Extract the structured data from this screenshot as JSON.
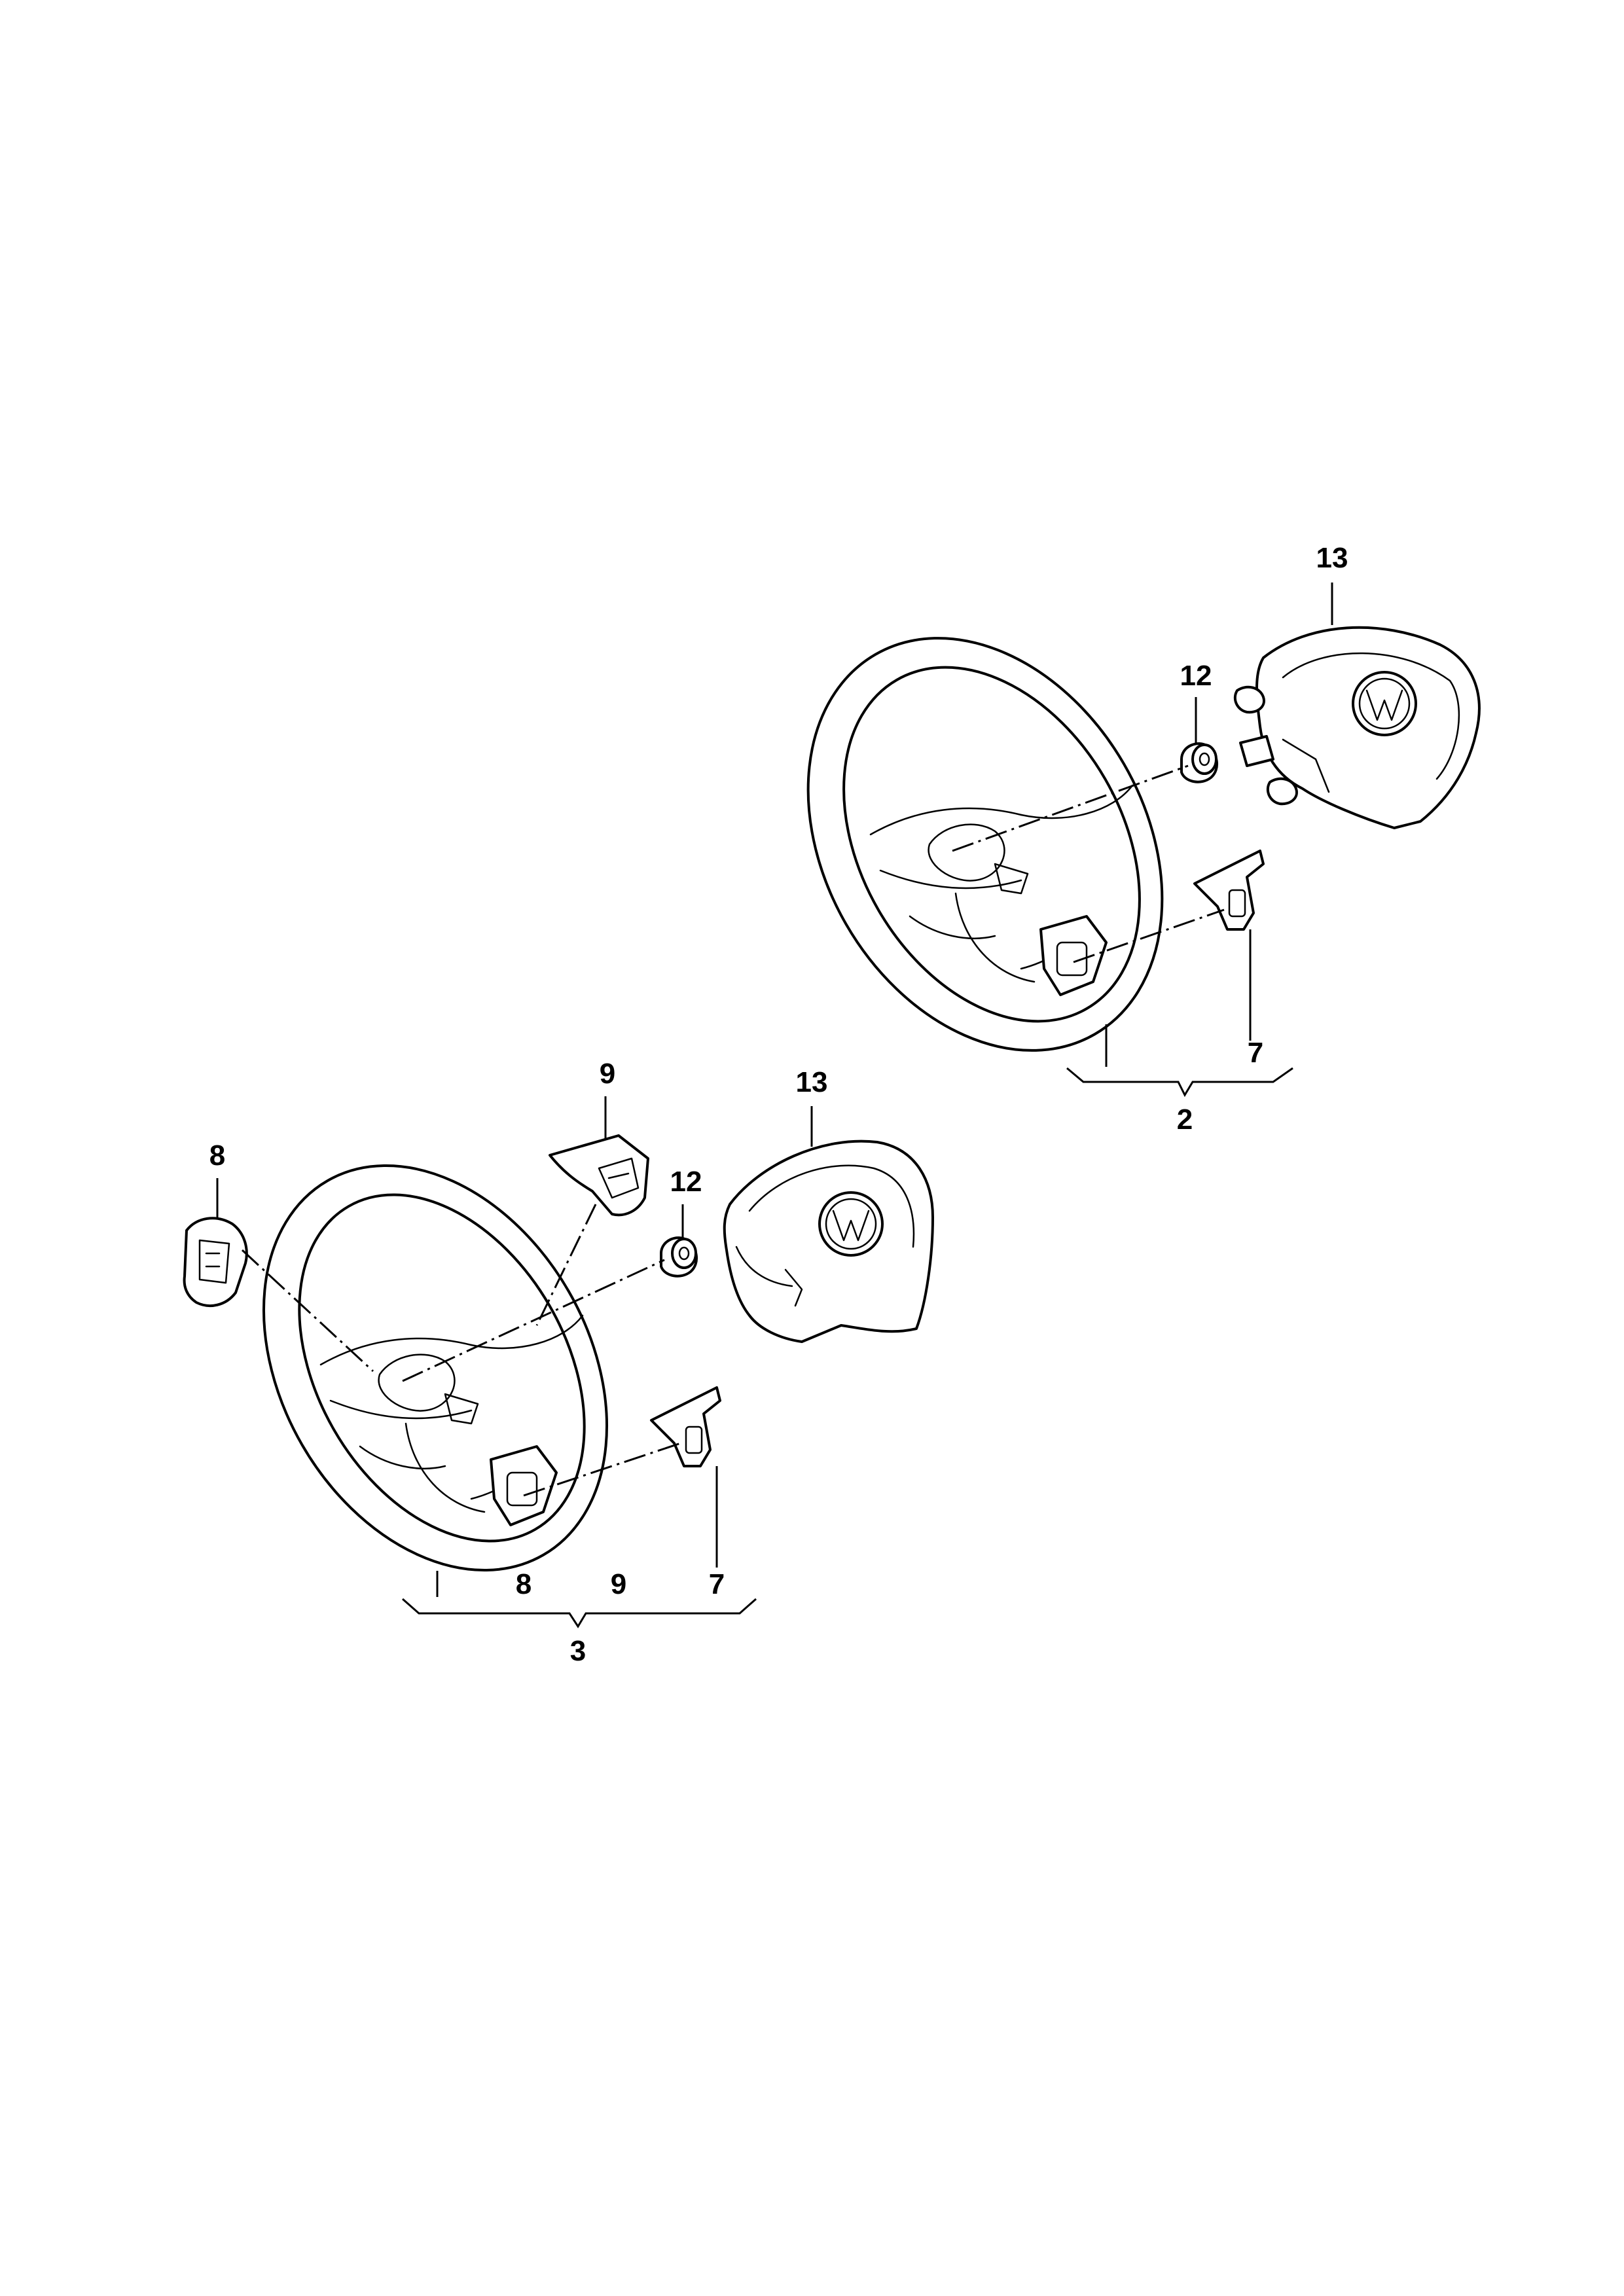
{
  "diagram": {
    "upper_assembly": {
      "labels": {
        "airbag": "13",
        "bolt": "12",
        "trim_cover": "7",
        "group_items": [],
        "group_total": "2"
      }
    },
    "lower_assembly": {
      "labels": {
        "switch_left": "8",
        "switch_right": "9",
        "airbag": "13",
        "bolt": "12",
        "trim_cover": "7",
        "group_items": [
          "8",
          "9",
          "7"
        ],
        "group_total": "3"
      }
    }
  }
}
